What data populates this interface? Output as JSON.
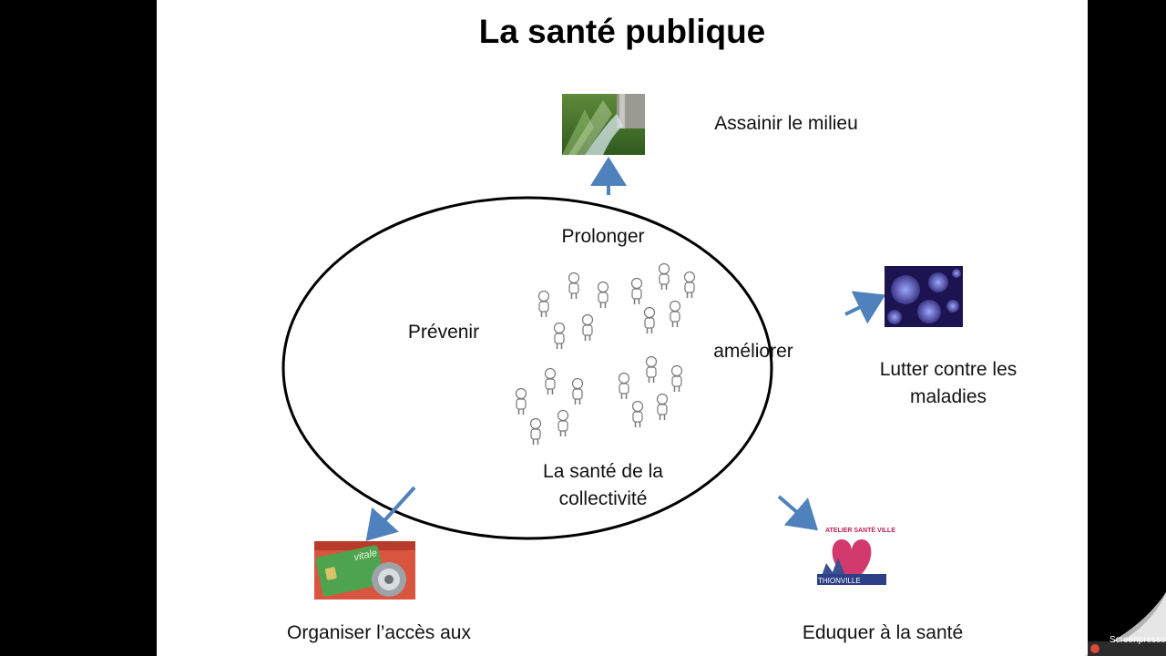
{
  "title": "La santé publique",
  "center": {
    "top": "Prolonger",
    "left": "Prévenir",
    "right": "améliorer",
    "bottom_line1": "La santé de la",
    "bottom_line2": "collectivité"
  },
  "outcomes": {
    "top": "Assainir le milieu",
    "right_line1": "Lutter contre les",
    "right_line2": "maladies",
    "bottom_left": "Organiser l’accès aux",
    "bottom_right": "Eduquer à la santé"
  },
  "images": {
    "environment": "sewage-pipe-in-grass",
    "disease": "purple-virus-particles",
    "access": "carte-vitale",
    "education": "atelier-sante-ville-logo"
  },
  "card_text": {
    "vitale": "vitale"
  },
  "logo_text": {
    "atelier": "ATELIER SANTÉ VILLE",
    "city": "THIONVILLE"
  },
  "watermark": "Screenpresso",
  "colors": {
    "arrow": "#4f81bd",
    "ellipse": "#000000",
    "background": "#ffffff"
  }
}
